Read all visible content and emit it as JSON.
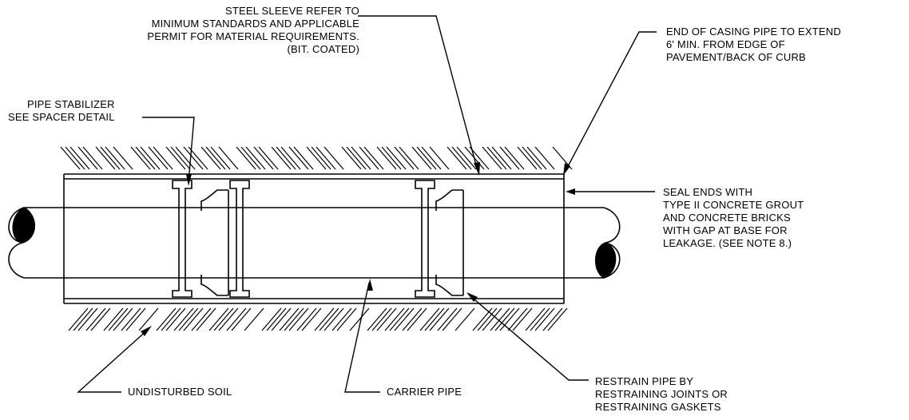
{
  "labels": {
    "steel_sleeve": [
      "STEEL SLEEVE REFER TO",
      "MINIMUM STANDARDS AND APPLICABLE",
      "PERMIT FOR MATERIAL REQUIREMENTS.",
      "(BIT. COATED)"
    ],
    "casing_end": [
      "END OF CASING PIPE TO EXTEND",
      "6' MIN. FROM EDGE OF",
      "PAVEMENT/BACK OF CURB"
    ],
    "pipe_stabilizer": [
      "PIPE STABILIZER",
      "SEE SPACER DETAIL"
    ],
    "seal_ends": [
      "SEAL ENDS WITH",
      "TYPE II CONCRETE GROUT",
      "AND CONCRETE BRICKS",
      "WITH GAP AT BASE FOR",
      "LEAKAGE. (SEE NOTE 8.)"
    ],
    "undisturbed_soil": [
      "UNDISTURBED SOIL"
    ],
    "carrier_pipe": [
      "CARRIER PIPE"
    ],
    "restrain_pipe": [
      "RESTRAIN PIPE BY",
      "RESTRAINING JOINTS OR",
      "RESTRAINING GASKETS"
    ]
  }
}
